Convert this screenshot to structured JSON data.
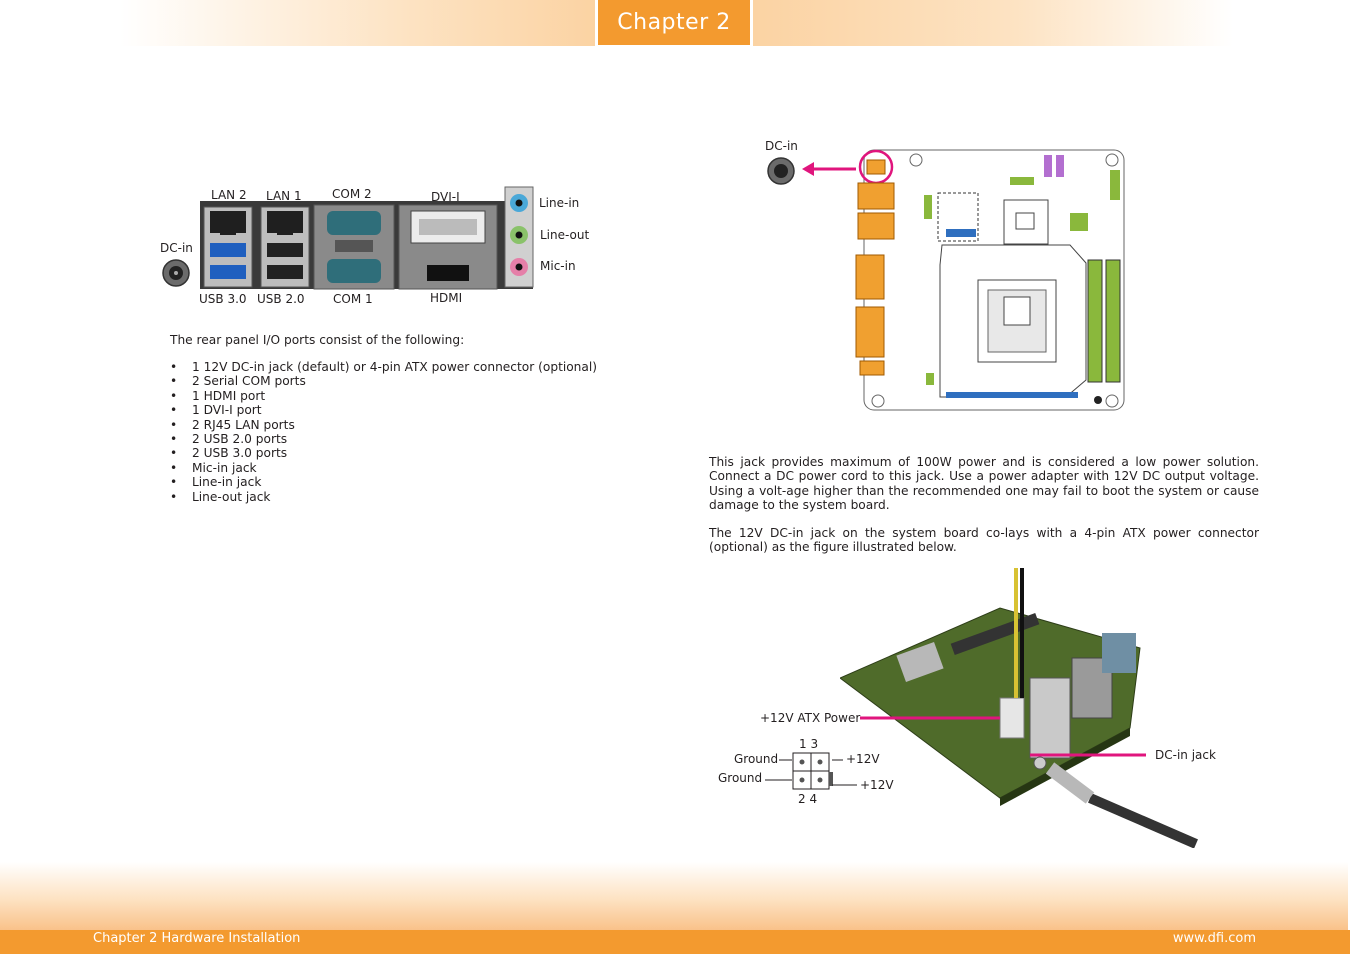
{
  "header": {
    "chapter_tab": "Chapter 2"
  },
  "rear_panel": {
    "labels": {
      "lan2": "LAN 2",
      "lan1": "LAN 1",
      "com2": "COM 2",
      "dvi": "DVI-I",
      "dcin": "DC-in",
      "usb30": "USB 3.0",
      "usb20": "USB 2.0",
      "com1": "COM 1",
      "hdmi": "HDMI",
      "line_in": "Line-in",
      "line_out": "Line-out",
      "mic_in": "Mic-in"
    },
    "intro": "The rear panel I/O ports consist of the following:",
    "items": [
      "1 12V DC-in jack (default) or 4-pin ATX power connector (optional)",
      "2 Serial COM ports",
      "1 HDMI port",
      "1 DVI-I port",
      "2 RJ45 LAN ports",
      "2 USB 2.0 ports",
      "2 USB 3.0 ports",
      "Mic-in jack",
      "Line-in jack",
      "Line-out jack"
    ]
  },
  "board_figure": {
    "dcin_label": "DC-in"
  },
  "dcin_section": {
    "para1": "This jack provides maximum of 100W power and is considered a low power solution. Connect a DC power cord to this jack. Use a power adapter with 12V DC output voltage. Using a volt-age higher than the recommended one may fail to boot the system or cause damage to the system board.",
    "para2": "The 12V DC-in jack on the system board co-lays with a 4-pin ATX power connector (optional) as the figure illustrated below."
  },
  "atx_figure": {
    "atx_power": "+12V ATX Power",
    "pin_top": "1   3",
    "pin_bottom": "2   4",
    "ground1": "Ground",
    "ground2": "Ground",
    "v12a": "+12V",
    "v12b": "+12V",
    "dcin_jack": "DC-in jack"
  },
  "footer": {
    "left": "Chapter 2 Hardware Installation",
    "right": "www.dfi.com"
  },
  "colors": {
    "accent": "#f39a2f",
    "pointer": "#e0157d",
    "pcb": "#5f7a2a"
  }
}
